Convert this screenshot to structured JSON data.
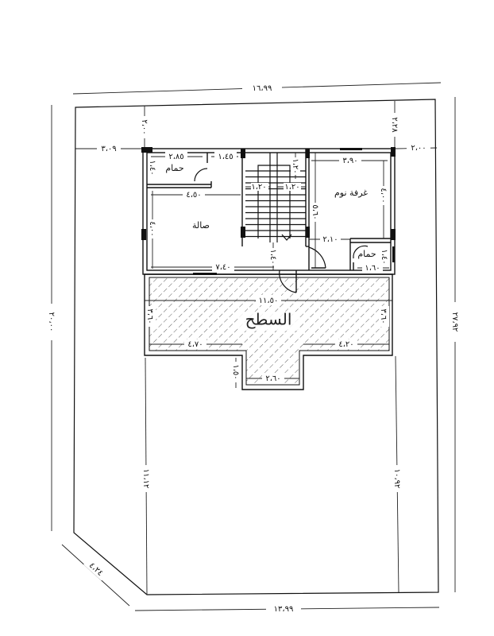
{
  "rooms": {
    "bath_1": "حمام",
    "hall": "صالة",
    "bedroom": "غرفة نوم",
    "bath_2": "حمام",
    "roof": "السطح"
  },
  "dimensions": {
    "plot_top": "١٦،٩٩",
    "plot_bottom": "١٣،٩٩",
    "plot_left": "٢٠،٠٠",
    "plot_right": "٢٧،٩٢",
    "plot_diagonal": "٤،٢٤",
    "setback_left": "٣،٠٩",
    "setback_right": "٢،٠٠",
    "setback_top_left": "٢،٠٠",
    "setback_top_right": "٢،٢٨",
    "setback_bottom_left": "١١،١٢",
    "setback_bottom_right": "١٠،٩٢",
    "bath1_width": "٢،٨٥",
    "bath1_depth": "١،٤٠",
    "corridor_width": "١،٤٥",
    "hall_width": "٤،٥٠",
    "hall_depth": "٤،٠٠",
    "hall_bottom": "٧،٤٠",
    "stair_landing": "١،٢٠",
    "stair_flight_1": "١،٢٠",
    "stair_flight_2": "١،٢٠",
    "stair_lobby": "١،٤٠",
    "bedroom_width": "٣،٩٠",
    "bedroom_depth": "٤،٠٠",
    "bedroom_side": "٥،٦٠",
    "bedroom_passage": "٢،١٠",
    "bath2_width": "١،٦٠",
    "bath2_depth": "١،٤٠",
    "roof_width": "١١،٥٠",
    "roof_left_depth": "٣،٦٠",
    "roof_right_depth": "٣،٦٠",
    "roof_left_part": "٤،٧٠",
    "roof_right_part": "٤،٢٠",
    "roof_bay_width": "٢،٦٠",
    "roof_bay_depth": "١،٥٠"
  }
}
